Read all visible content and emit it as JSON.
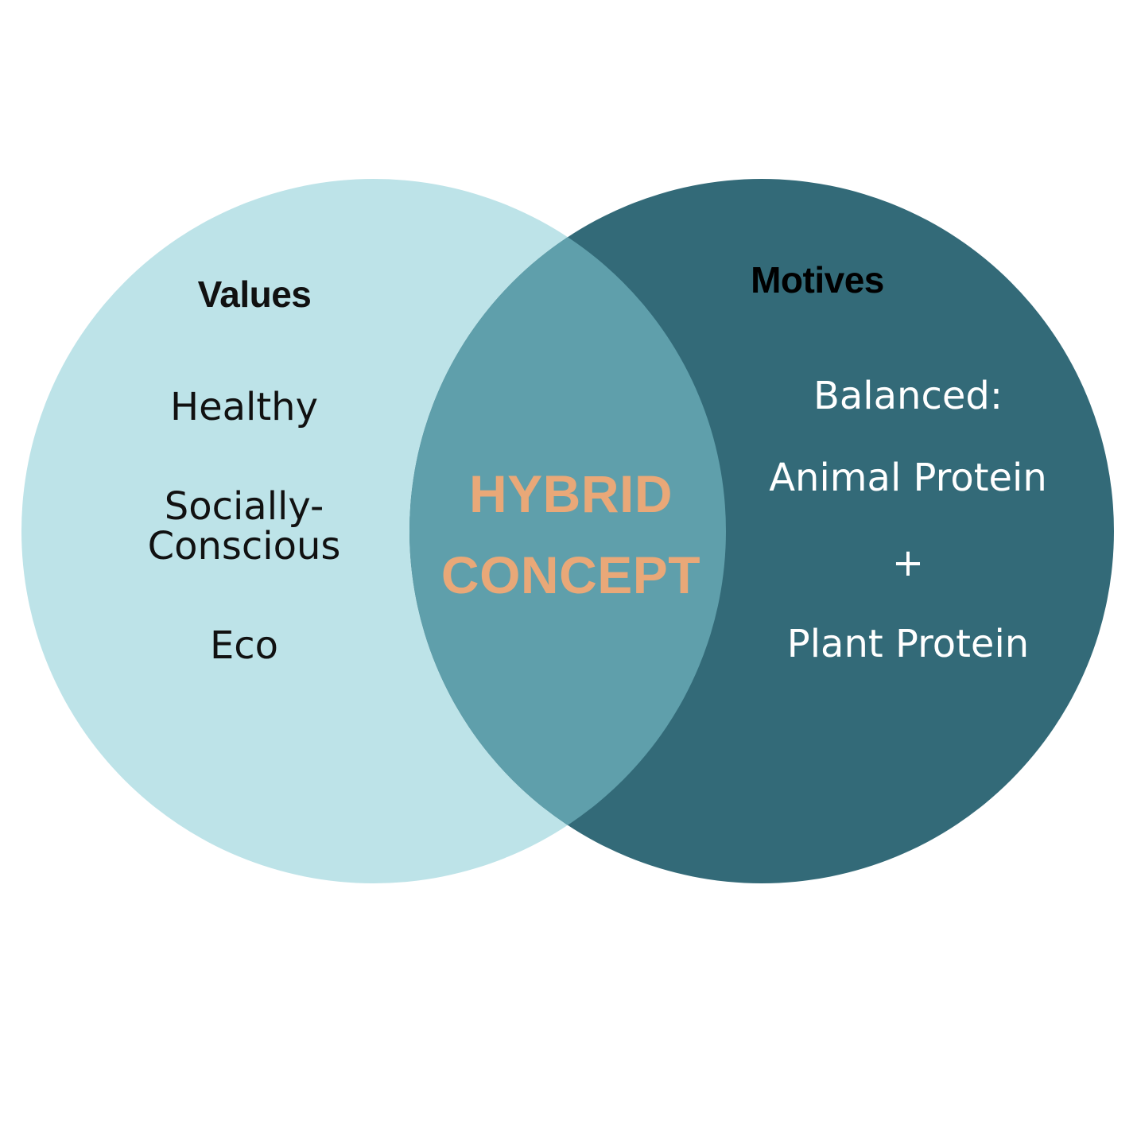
{
  "colors": {
    "background": "#ffffff",
    "left_circle": "#bde3e8",
    "right_circle": "#336a78",
    "overlap": "#5f9fab",
    "left_text": "#111111",
    "right_text": "#ffffff",
    "center_text": "#e9a878"
  },
  "left_set": {
    "title": "Values",
    "items": [
      "Healthy",
      "Socially-\nConscious",
      "Eco"
    ]
  },
  "right_set": {
    "title": "Motives",
    "items": [
      "Balanced:",
      "Animal Protein",
      "+",
      "Plant Protein"
    ]
  },
  "intersection": {
    "line1": "HYBRID",
    "line2": "CONCEPT"
  }
}
